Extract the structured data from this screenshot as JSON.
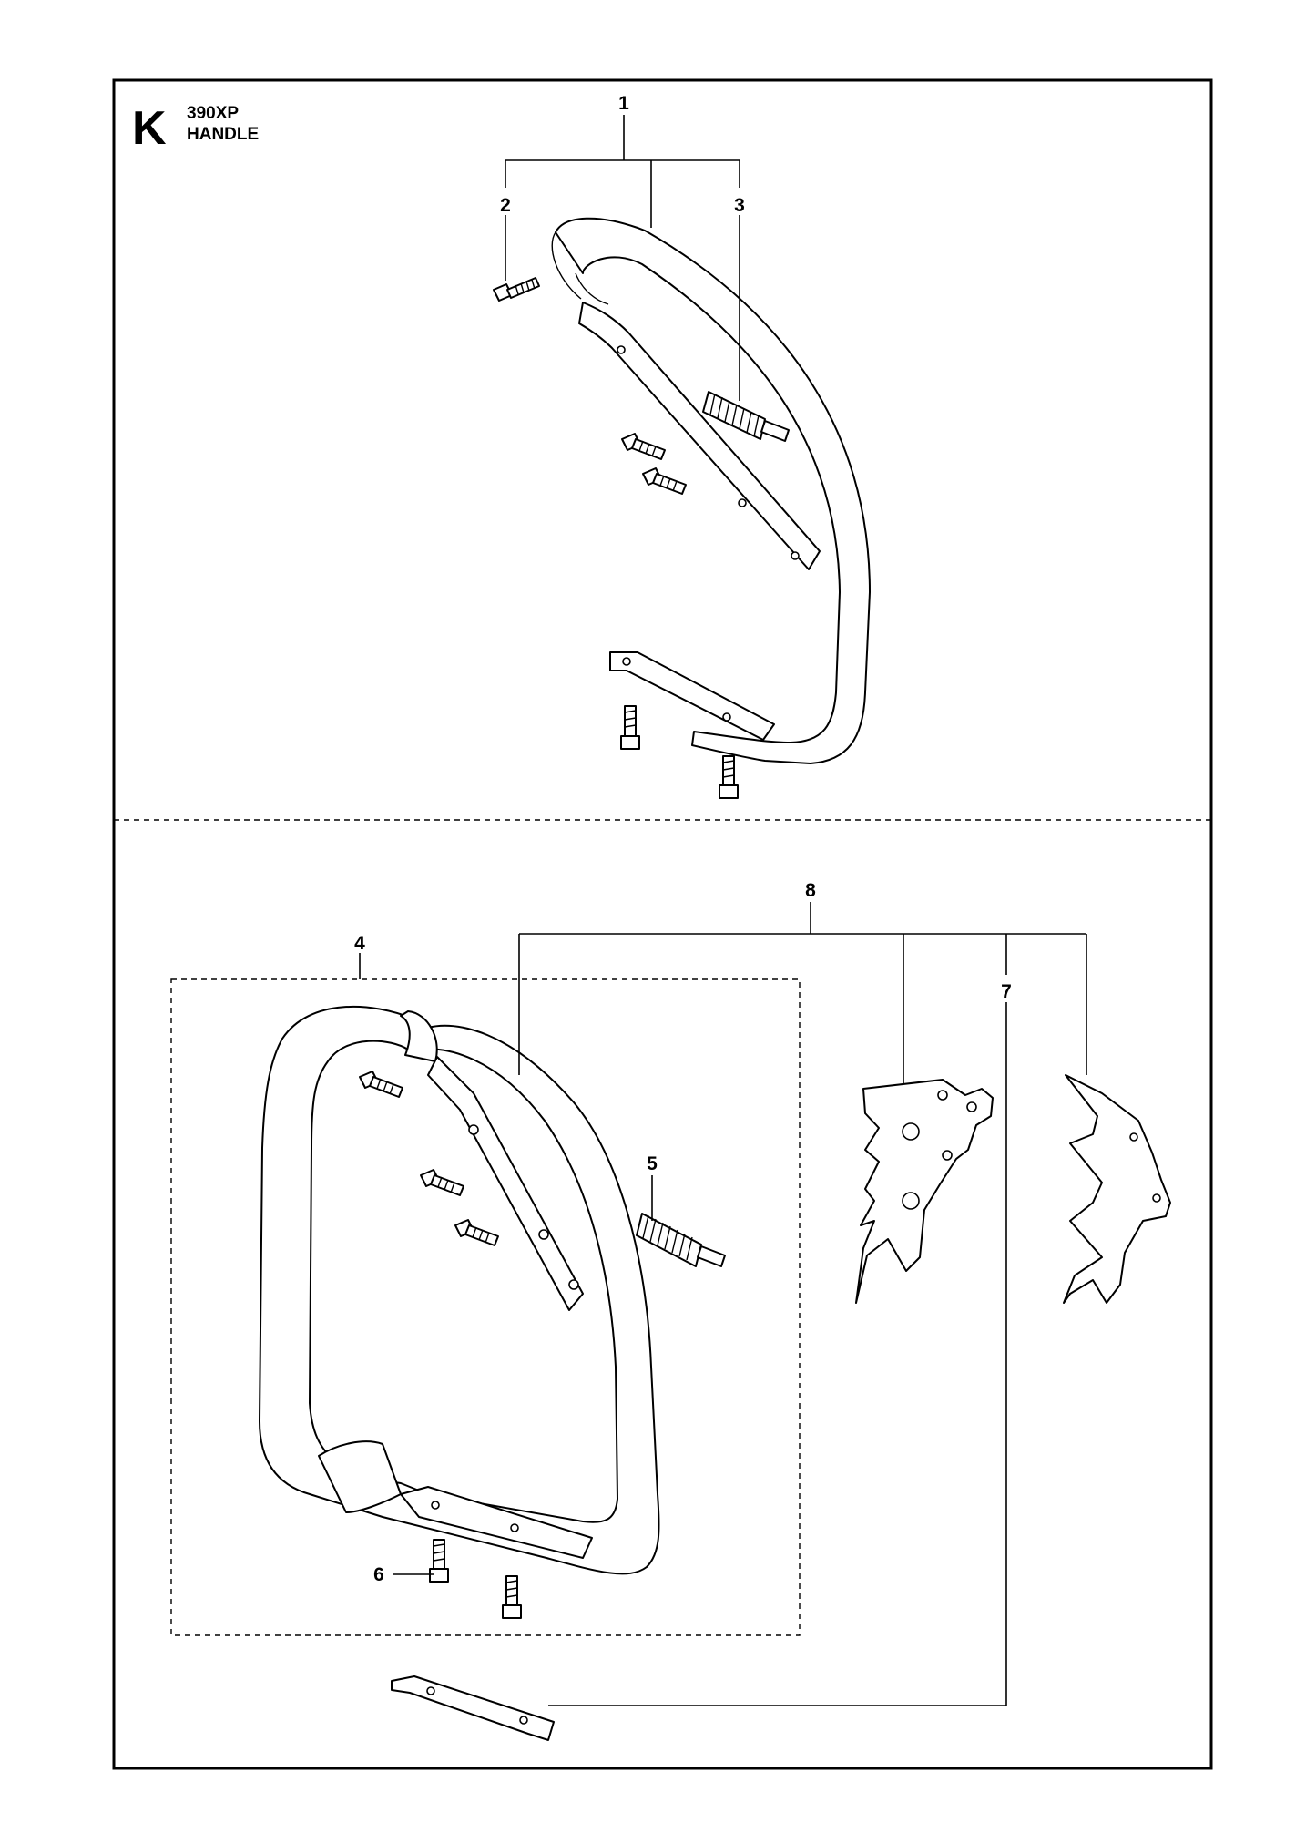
{
  "header": {
    "section_letter": "K",
    "model": "390XP",
    "title": "HANDLE"
  },
  "callouts": [
    "1",
    "2",
    "3",
    "4",
    "5",
    "6",
    "7",
    "8"
  ]
}
